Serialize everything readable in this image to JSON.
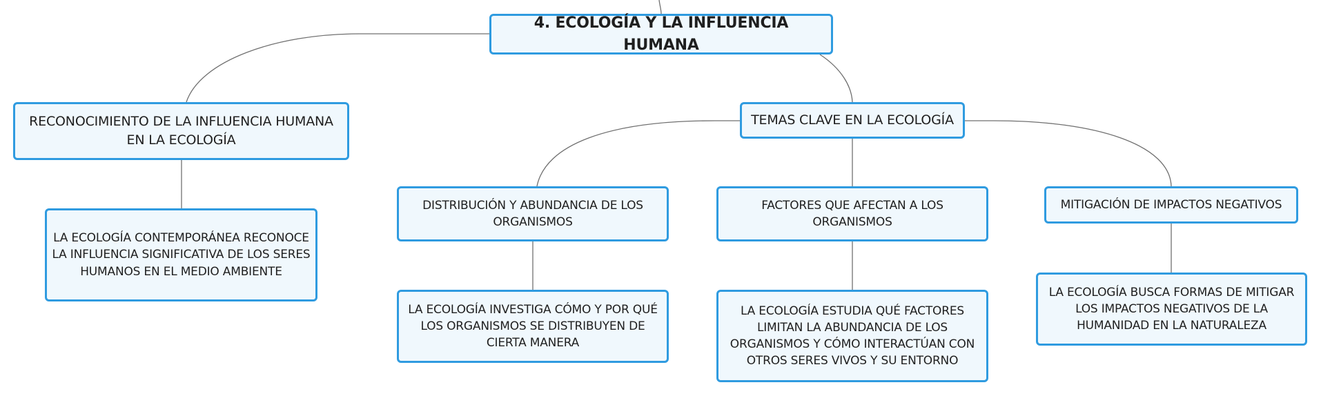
{
  "diagram": {
    "root": {
      "text": "4. ECOLOGÍA Y LA INFLUENCIA HUMANA"
    },
    "recognition": {
      "text": "RECONOCIMIENTO DE LA INFLUENCIA HUMANA EN LA ECOLOGÍA"
    },
    "recognition_detail": {
      "text": "LA ECOLOGÍA CONTEMPORÁNEA RECONOCE LA INFLUENCIA SIGNIFICATIVA DE LOS SERES HUMANOS EN EL MEDIO AMBIENTE"
    },
    "key_topics": {
      "text": "TEMAS CLAVE EN LA ECOLOGÍA"
    },
    "distribution": {
      "text": "DISTRIBUCIÓN Y ABUNDANCIA DE LOS ORGANISMOS"
    },
    "distribution_detail": {
      "text": "LA ECOLOGÍA INVESTIGA CÓMO Y POR QUÉ LOS ORGANISMOS SE DISTRIBUYEN DE CIERTA MANERA"
    },
    "factors": {
      "text": "FACTORES QUE AFECTAN A LOS ORGANISMOS"
    },
    "factors_detail": {
      "text": "LA ECOLOGÍA ESTUDIA QUÉ FACTORES LIMITAN LA ABUNDANCIA DE LOS ORGANISMOS Y CÓMO INTERACTÚAN CON OTROS SERES VIVOS Y SU ENTORNO"
    },
    "mitigation": {
      "text": "MITIGACIÓN DE IMPACTOS NEGATIVOS"
    },
    "mitigation_detail": {
      "text": "LA ECOLOGÍA BUSCA FORMAS DE MITIGAR LOS IMPACTOS NEGATIVOS DE LA HUMANIDAD EN LA NATURALEZA"
    }
  },
  "colors": {
    "node_border": "#2f9be0",
    "node_fill": "#f0f8fd",
    "connector": "#6f6f6f",
    "text": "#1f1f1f"
  }
}
